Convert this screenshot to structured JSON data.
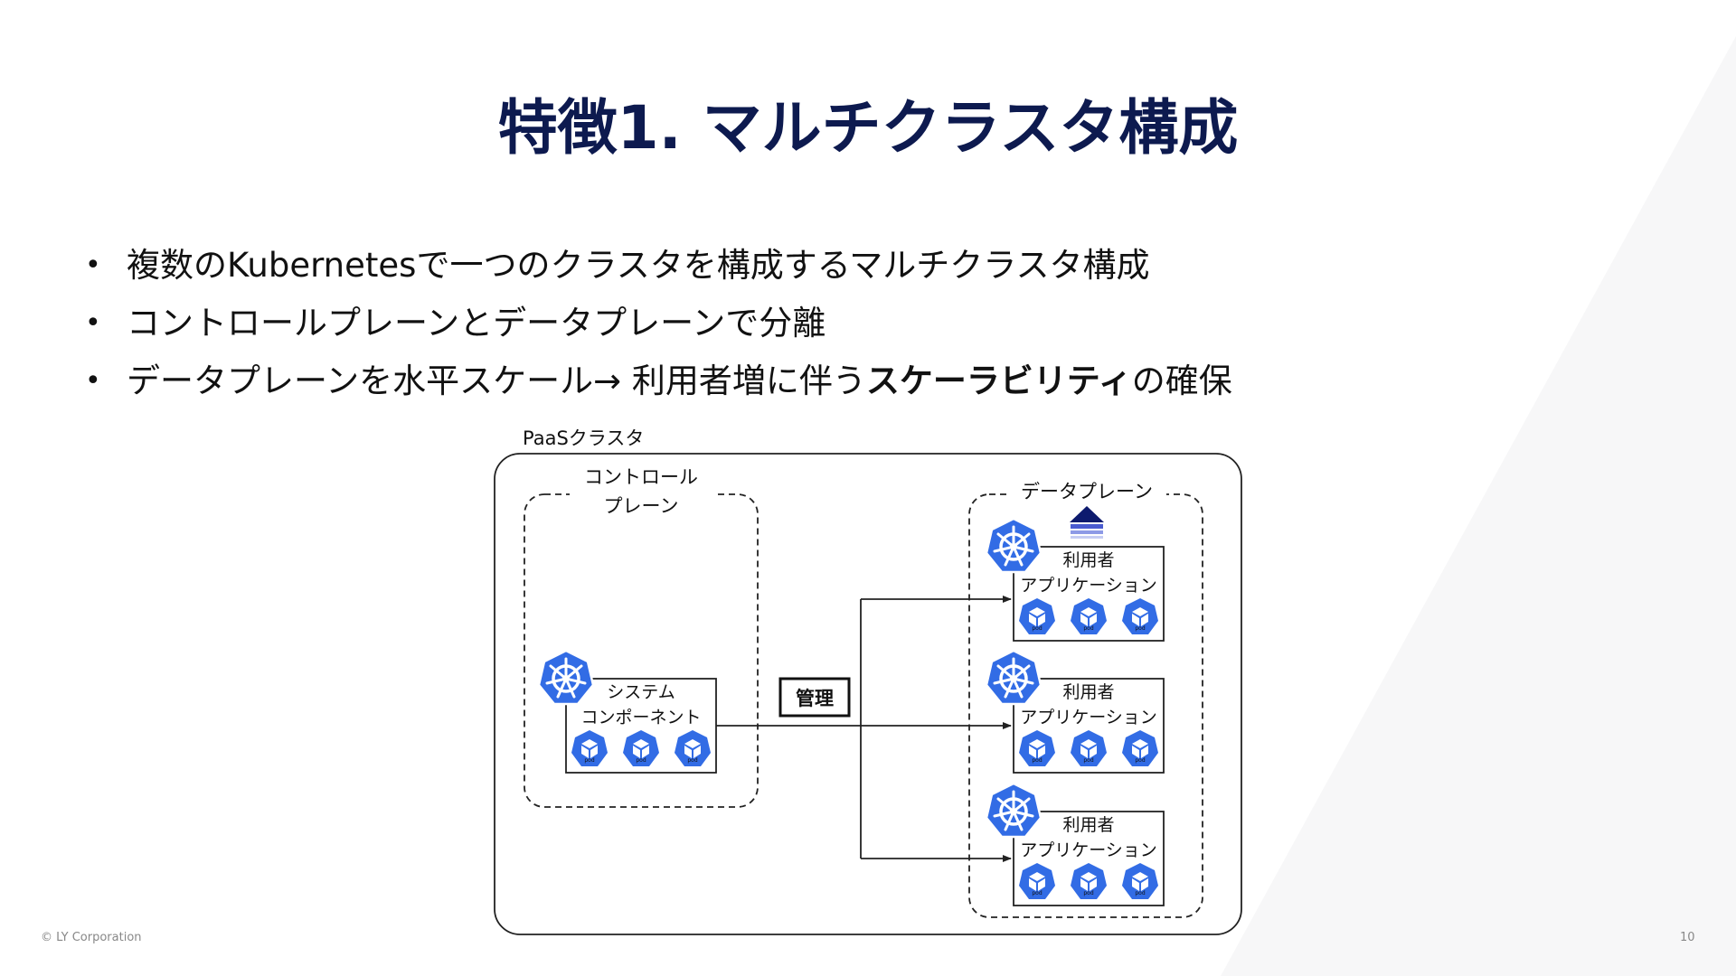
{
  "slide": {
    "title": "特徴1. マルチクラスタ構成",
    "bullets": [
      {
        "pre": "複数のKubernetesで一つのクラスタを構成するマルチクラスタ構成",
        "bold": "",
        "post": ""
      },
      {
        "pre": "コントロールプレーンとデータプレーンで分離",
        "bold": "",
        "post": ""
      },
      {
        "pre": "データプレーンを水平スケール→ 利用者増に伴う",
        "bold": "スケーラビリティ",
        "post": "の確保"
      }
    ],
    "bullet_glyph": "•"
  },
  "diagram": {
    "cluster_label": "PaaSクラスタ",
    "control_plane_label_1": "コントロール",
    "control_plane_label_2": "プレーン",
    "system_label_1": "システム",
    "system_label_2": "コンポーネント",
    "manage_label": "管理",
    "data_plane_label": "データプレーン",
    "app_label_1": "利用者",
    "app_label_2": "アプリケーション",
    "pod_label": "pod",
    "k8s_icon": "kubernetes-helm-icon",
    "pod_icon": "pod-cube-icon",
    "scale_icon": "scale-up-arrow-icon",
    "k8s_color": "#326ce5"
  },
  "footer": {
    "copyright": "© LY Corporation",
    "page_number": "10"
  }
}
